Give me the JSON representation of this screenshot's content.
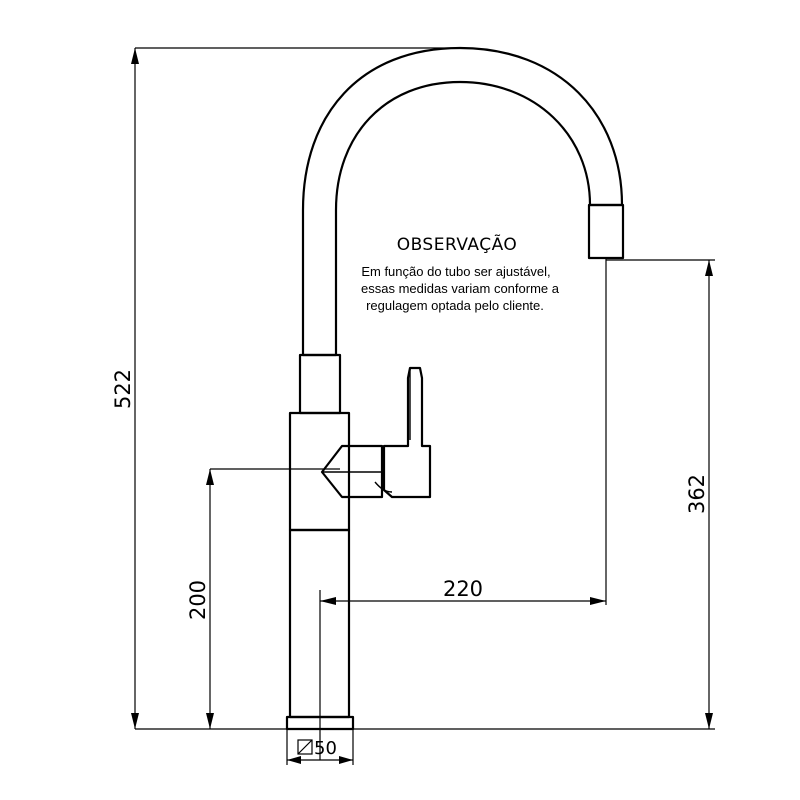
{
  "dimensions": {
    "total_height": "522",
    "spout_height": "362",
    "handle_height": "200",
    "spout_reach": "220",
    "base_size": "50"
  },
  "observation": {
    "title": "OBSERVAÇÃO",
    "lines": [
      "Em função do tubo ser ajustável,",
      "essas medidas variam conforme a",
      "regulagem optada pelo cliente."
    ]
  }
}
